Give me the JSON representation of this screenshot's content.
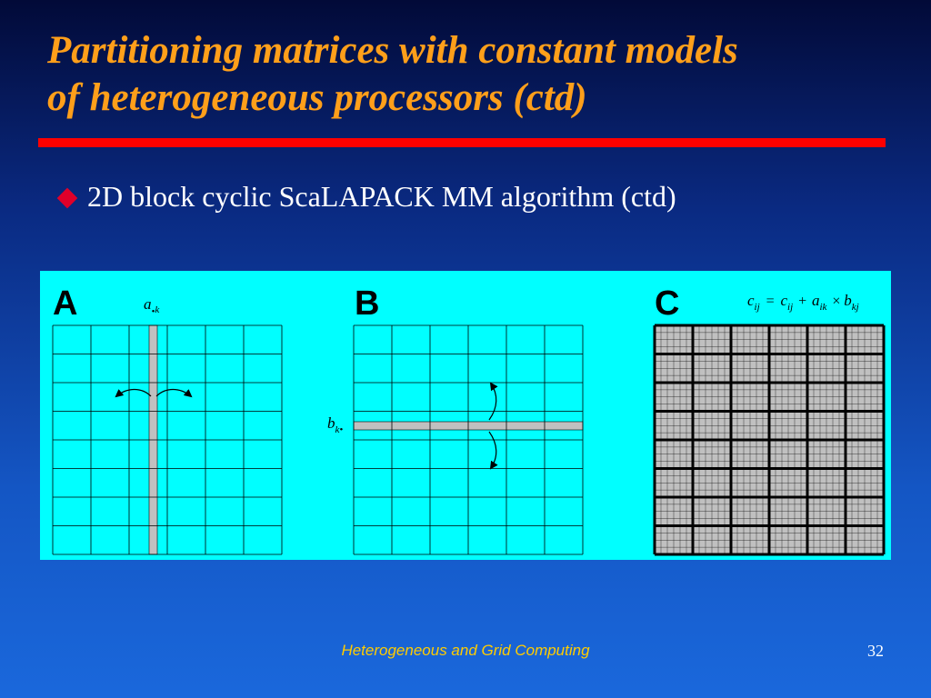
{
  "slide": {
    "title_line1": "Partitioning matrices with constant models",
    "title_line2": "of heterogeneous processors (ctd)",
    "bullet": "2D block cyclic ScaLAPACK MM algorithm (ctd)",
    "footer": "Heterogeneous and Grid Computing",
    "page_number": "32"
  },
  "figure": {
    "panel_a_label": "A",
    "panel_b_label": "B",
    "panel_c_label": "C",
    "a_column_label": {
      "base": "a",
      "dot": "•",
      "sub": "k"
    },
    "b_row_label": {
      "base": "b",
      "sub": "k",
      "dot": "•"
    },
    "formula": {
      "lhs": "c",
      "lhs_sub": "ij",
      "eq": "=",
      "t1": "c",
      "t1_sub": "ij",
      "plus": "+",
      "t2": "a",
      "t2_sub": "ik",
      "times": "×",
      "t3": "b",
      "t3_sub": "kj"
    }
  },
  "colors": {
    "title": "#ff9f1a",
    "rule": "#ff0000",
    "bullet_marker": "#e0002a",
    "figure_background": "#00ffff",
    "highlight_strip": "#c0c0c0",
    "footer": "#ffcc00"
  }
}
